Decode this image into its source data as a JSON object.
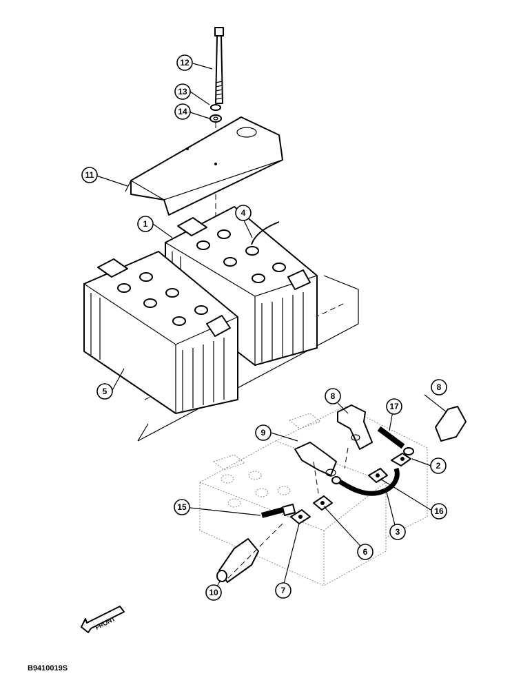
{
  "callouts": [
    {
      "label": "1"
    },
    {
      "label": "2"
    },
    {
      "label": "3"
    },
    {
      "label": "4"
    },
    {
      "label": "5"
    },
    {
      "label": "6"
    },
    {
      "label": "7"
    },
    {
      "label": "8"
    },
    {
      "label": "8"
    },
    {
      "label": "9"
    },
    {
      "label": "10"
    },
    {
      "label": "11"
    },
    {
      "label": "12"
    },
    {
      "label": "13"
    },
    {
      "label": "14"
    },
    {
      "label": "15"
    },
    {
      "label": "16"
    },
    {
      "label": "17"
    }
  ],
  "front_arrow_label": "FRONT",
  "figure_id": "B9410019S"
}
